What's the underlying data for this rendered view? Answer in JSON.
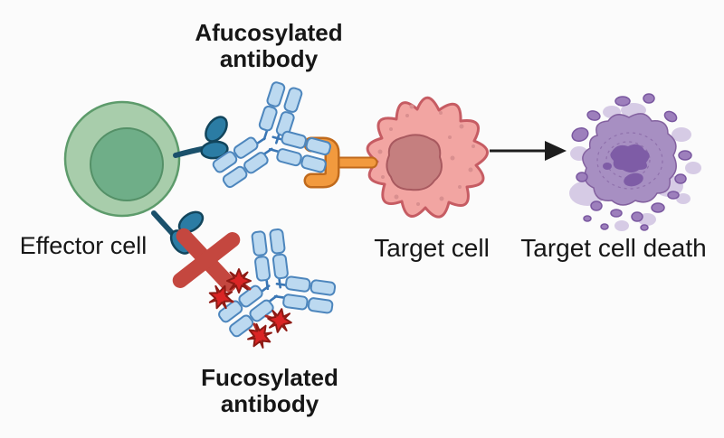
{
  "figure": {
    "labels": {
      "afucosylated_line1": "Afucosylated",
      "afucosylated_line2": "antibody",
      "effector_cell": "Effector cell",
      "fucosylated_line1": "Fucosylated",
      "fucosylated_line2": "antibody",
      "target_cell": "Target cell",
      "target_cell_death": "Target cell death"
    },
    "icons": {
      "blocked_x": "blocked-binding-x-icon",
      "fucose_star": "fucose-glycan-star-icon",
      "arrow": "right-arrow-icon"
    },
    "colors": {
      "background": "#fbfbfb",
      "text": "#161616",
      "effector_cell_fill": "#a8cdab",
      "effector_cell_stroke": "#5d9b6b",
      "effector_nucleus_fill": "#6fae88",
      "effector_nucleus_stroke": "#549067",
      "receptor_stem": "#1a506b",
      "receptor_fill": "#2b7ca4",
      "receptor_stroke": "#12455c",
      "antibody_fill": "#bcd9f0",
      "antibody_stroke": "#4d86bd",
      "antibody_hinge": "#3a76b4",
      "antigen_fill": "#f29a3e",
      "antigen_stroke": "#c06a1c",
      "target_cell_fill": "#f2a5a2",
      "target_cell_stroke": "#c65c63",
      "target_nucleus_fill": "#c57f7f",
      "target_nucleus_stroke": "#a8595f",
      "target_dot": "#d98f8f",
      "block_x": "#c4473f",
      "fucose_fill": "#da2525",
      "fucose_stroke": "#8e1a14",
      "fucose_stem": "#b02a24",
      "arrow": "#1d1d1d",
      "dead_cell_light": "#d6cbe5",
      "dead_cell_main": "#a78fc2",
      "dead_cell_edge": "#83619f",
      "dead_cell_sat": "#9d7fbc",
      "dead_cell_sat_stroke": "#7a58a0",
      "dead_cell_dark": "#7e5ca6"
    }
  }
}
